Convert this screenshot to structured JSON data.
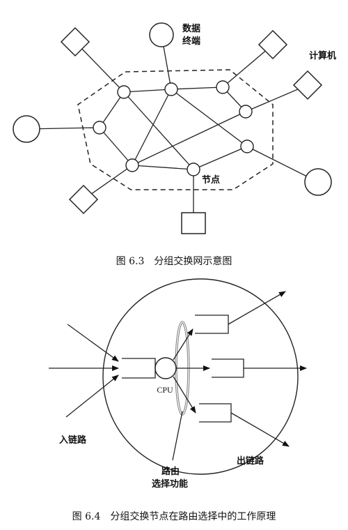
{
  "figure1": {
    "label_data_terminal": [
      "数据",
      "终端"
    ],
    "label_computer": "计算机",
    "label_node": "节点",
    "caption": "图 6.3　分组交换网示意图"
  },
  "figure2": {
    "label_cpu": "CPU",
    "label_in_link": "入链路",
    "label_routing": [
      "路由",
      "选择功能"
    ],
    "label_out_link": "出链路",
    "caption": "图 6.4　分组交换节点在路由选择中的工作原理"
  }
}
